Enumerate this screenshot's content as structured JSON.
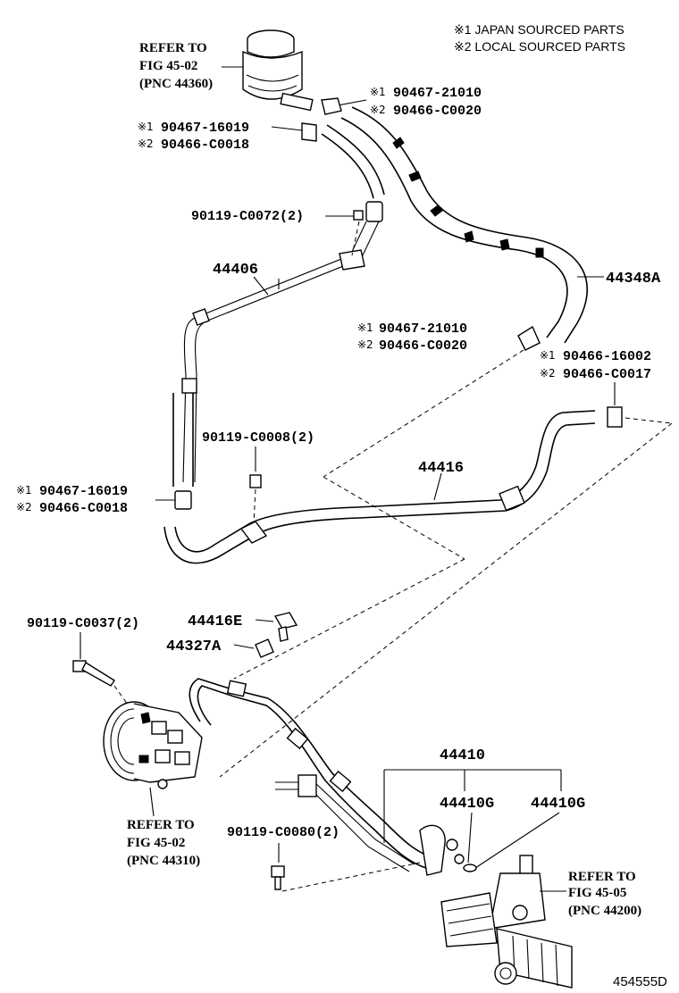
{
  "legend": {
    "line1": "※1 JAPAN SOURCED PARTS",
    "line2": "※2 LOCAL SOURCED PARTS"
  },
  "refs": {
    "reservoir": [
      "REFER TO",
      "FIG 45-02",
      "(PNC 44360)"
    ],
    "pump": [
      "REFER TO",
      "FIG 45-02",
      "(PNC 44310)"
    ],
    "gear": [
      "REFER TO",
      "FIG 45-05",
      "(PNC 44200)"
    ]
  },
  "symbols": {
    "s1": "※1",
    "s2": "※2"
  },
  "clamps": {
    "top_right": {
      "j": "90467-21010",
      "l": "90466-C0020"
    },
    "top_left": {
      "j": "90467-16019",
      "l": "90466-C0018"
    },
    "mid_right": {
      "j": "90467-21010",
      "l": "90466-C0020"
    },
    "far_right": {
      "j": "90466-16002",
      "l": "90466-C0017"
    },
    "low_left": {
      "j": "90467-16019",
      "l": "90466-C0018"
    }
  },
  "bolts": {
    "b1": "90119-C0072(2)",
    "b2": "90119-C0008(2)",
    "b3": "90119-C0037(2)",
    "b4": "90119-C0080(2)"
  },
  "parts": {
    "p44406": "44406",
    "p44348A": "44348A",
    "p44416": "44416",
    "p44416E": "44416E",
    "p44327A": "44327A",
    "p44410": "44410",
    "p44410G_a": "44410G",
    "p44410G_b": "44410G"
  },
  "diagram_id": "454555D"
}
